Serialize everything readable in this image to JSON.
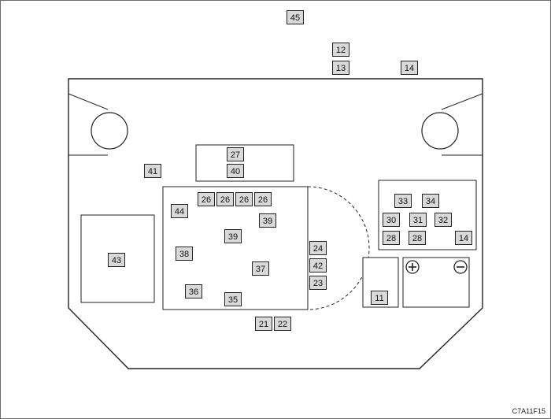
{
  "callouts": [
    "45",
    "12",
    "13",
    "14",
    "27",
    "40",
    "41",
    "26",
    "26",
    "26",
    "26",
    "44",
    "39",
    "39",
    "38",
    "37",
    "36",
    "35",
    "24",
    "42",
    "23",
    "21",
    "22",
    "43",
    "33",
    "34",
    "30",
    "31",
    "32",
    "28",
    "28",
    "14",
    "11"
  ],
  "figure_code": "C7A11F15",
  "battery_terminals": {
    "positive": "plus-icon",
    "negative": "minus-icon"
  }
}
